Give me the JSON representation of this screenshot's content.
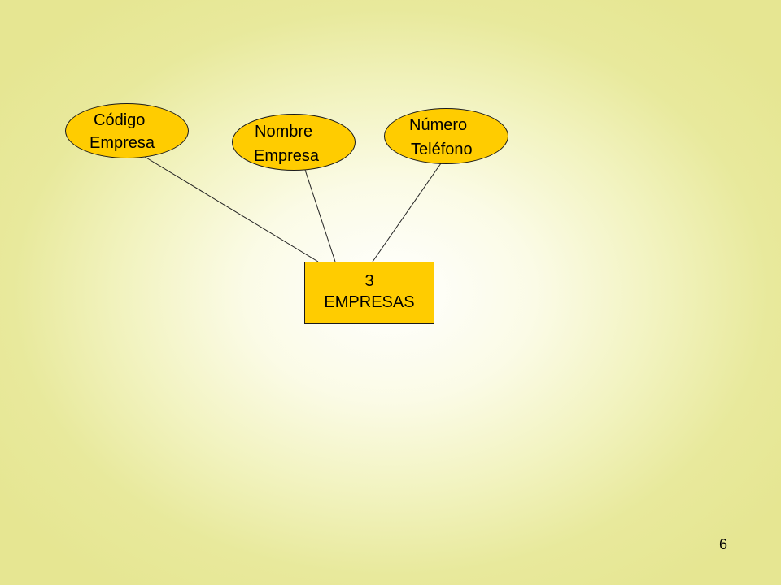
{
  "diagram": {
    "entity": {
      "line1": "3",
      "line2": "EMPRESAS"
    },
    "attributes": [
      {
        "line1": "Código",
        "line2": "Empresa"
      },
      {
        "line1": "Nombre",
        "line2": "Empresa"
      },
      {
        "line1": "Número",
        "line2": "Teléfono"
      }
    ]
  },
  "page_number": "6",
  "colors": {
    "shape_fill": "#ffcc00",
    "outline": "#1a1a1a",
    "background_edge": "#e6e692",
    "background_center": "#ffffff"
  }
}
